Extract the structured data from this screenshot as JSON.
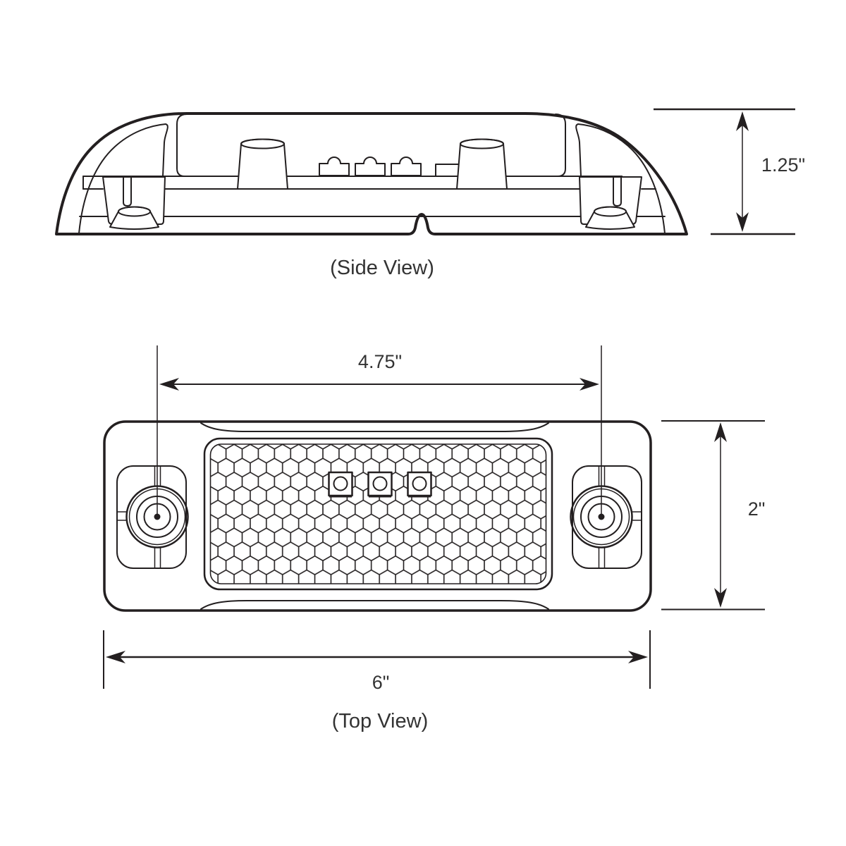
{
  "colors": {
    "line": "#231f20",
    "text": "#333333",
    "background": "#ffffff"
  },
  "side_view": {
    "caption": "(Side View)",
    "height_label": "1.25\""
  },
  "top_view": {
    "caption": "(Top View)",
    "hole_spacing_label": "4.75\"",
    "height_label": "2\"",
    "width_label": "6\""
  }
}
